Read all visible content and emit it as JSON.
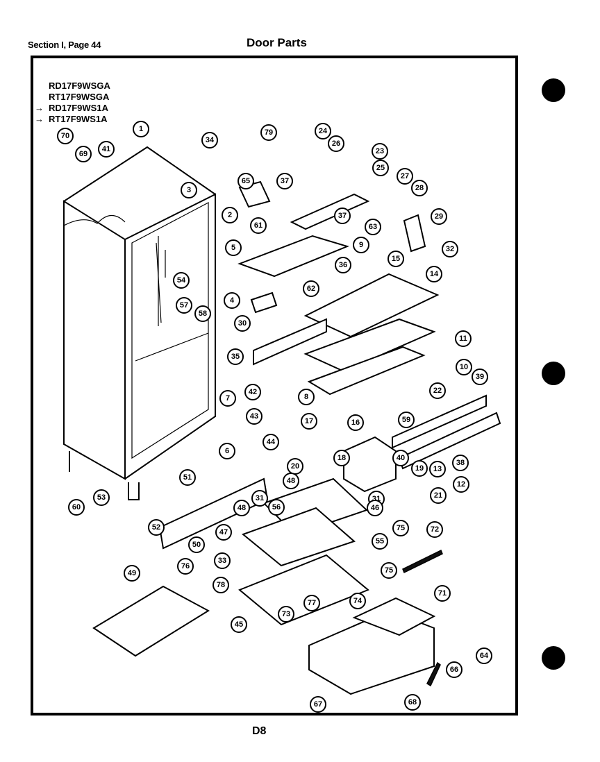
{
  "header": {
    "section": "Section I, Page 44",
    "title": "Door Parts"
  },
  "models": [
    {
      "text": "RD17F9WSGA",
      "arrow": false
    },
    {
      "text": "RT17F9WSGA",
      "arrow": false
    },
    {
      "text": "RD17F9WS1A",
      "arrow": true
    },
    {
      "text": "RT17F9WS1A",
      "arrow": true
    }
  ],
  "footer": {
    "page_code": "D8"
  },
  "callouts": [
    "1",
    "2",
    "3",
    "4",
    "5",
    "6",
    "7",
    "8",
    "9",
    "10",
    "11",
    "12",
    "13",
    "14",
    "15",
    "16",
    "17",
    "18",
    "19",
    "20",
    "21",
    "22",
    "23",
    "24",
    "25",
    "26",
    "27",
    "28",
    "29",
    "30",
    "31",
    "31",
    "32",
    "33",
    "34",
    "35",
    "36",
    "37",
    "37",
    "38",
    "39",
    "40",
    "41",
    "42",
    "43",
    "44",
    "45",
    "46",
    "47",
    "48",
    "48",
    "49",
    "50",
    "51",
    "52",
    "53",
    "54",
    "55",
    "56",
    "57",
    "58",
    "59",
    "60",
    "61",
    "62",
    "63",
    "64",
    "65",
    "66",
    "67",
    "68",
    "69",
    "70",
    "71",
    "72",
    "73",
    "74",
    "75",
    "75",
    "76",
    "77",
    "78",
    "79"
  ]
}
